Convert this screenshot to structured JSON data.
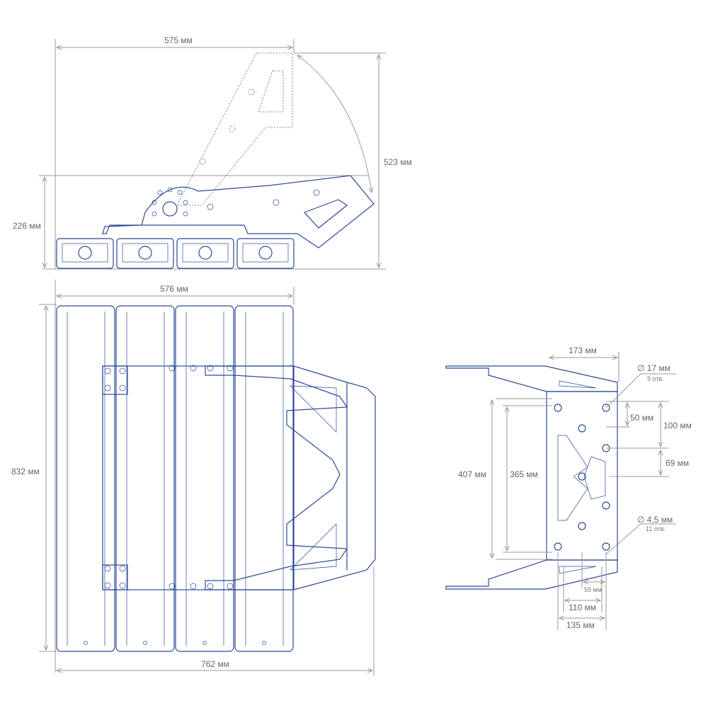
{
  "colors": {
    "line": "#2b4a9a",
    "dimension": "#9a9a9a",
    "text": "#666666"
  },
  "top_view": {
    "width_label": "575 мм",
    "swing_height_label": "523 мм",
    "height_label": "226 мм"
  },
  "front_view": {
    "top_width_label": "576 мм",
    "height_label": "832 мм",
    "total_width_label": "762 мм"
  },
  "bracket_view": {
    "width_label": "173 мм",
    "big_hole_label": "∅ 17 мм",
    "big_hole_count": "9 отв.",
    "small_hole_label": "∅ 4,5 мм",
    "small_hole_count": "11 отв.",
    "pitch_50": "50 мм",
    "pitch_100": "100 мм",
    "pitch_69": "69 мм",
    "height_407": "407 мм",
    "height_365": "365 мм",
    "bottom_55": "55 мм",
    "bottom_110": "110 мм",
    "bottom_135": "135 мм"
  }
}
